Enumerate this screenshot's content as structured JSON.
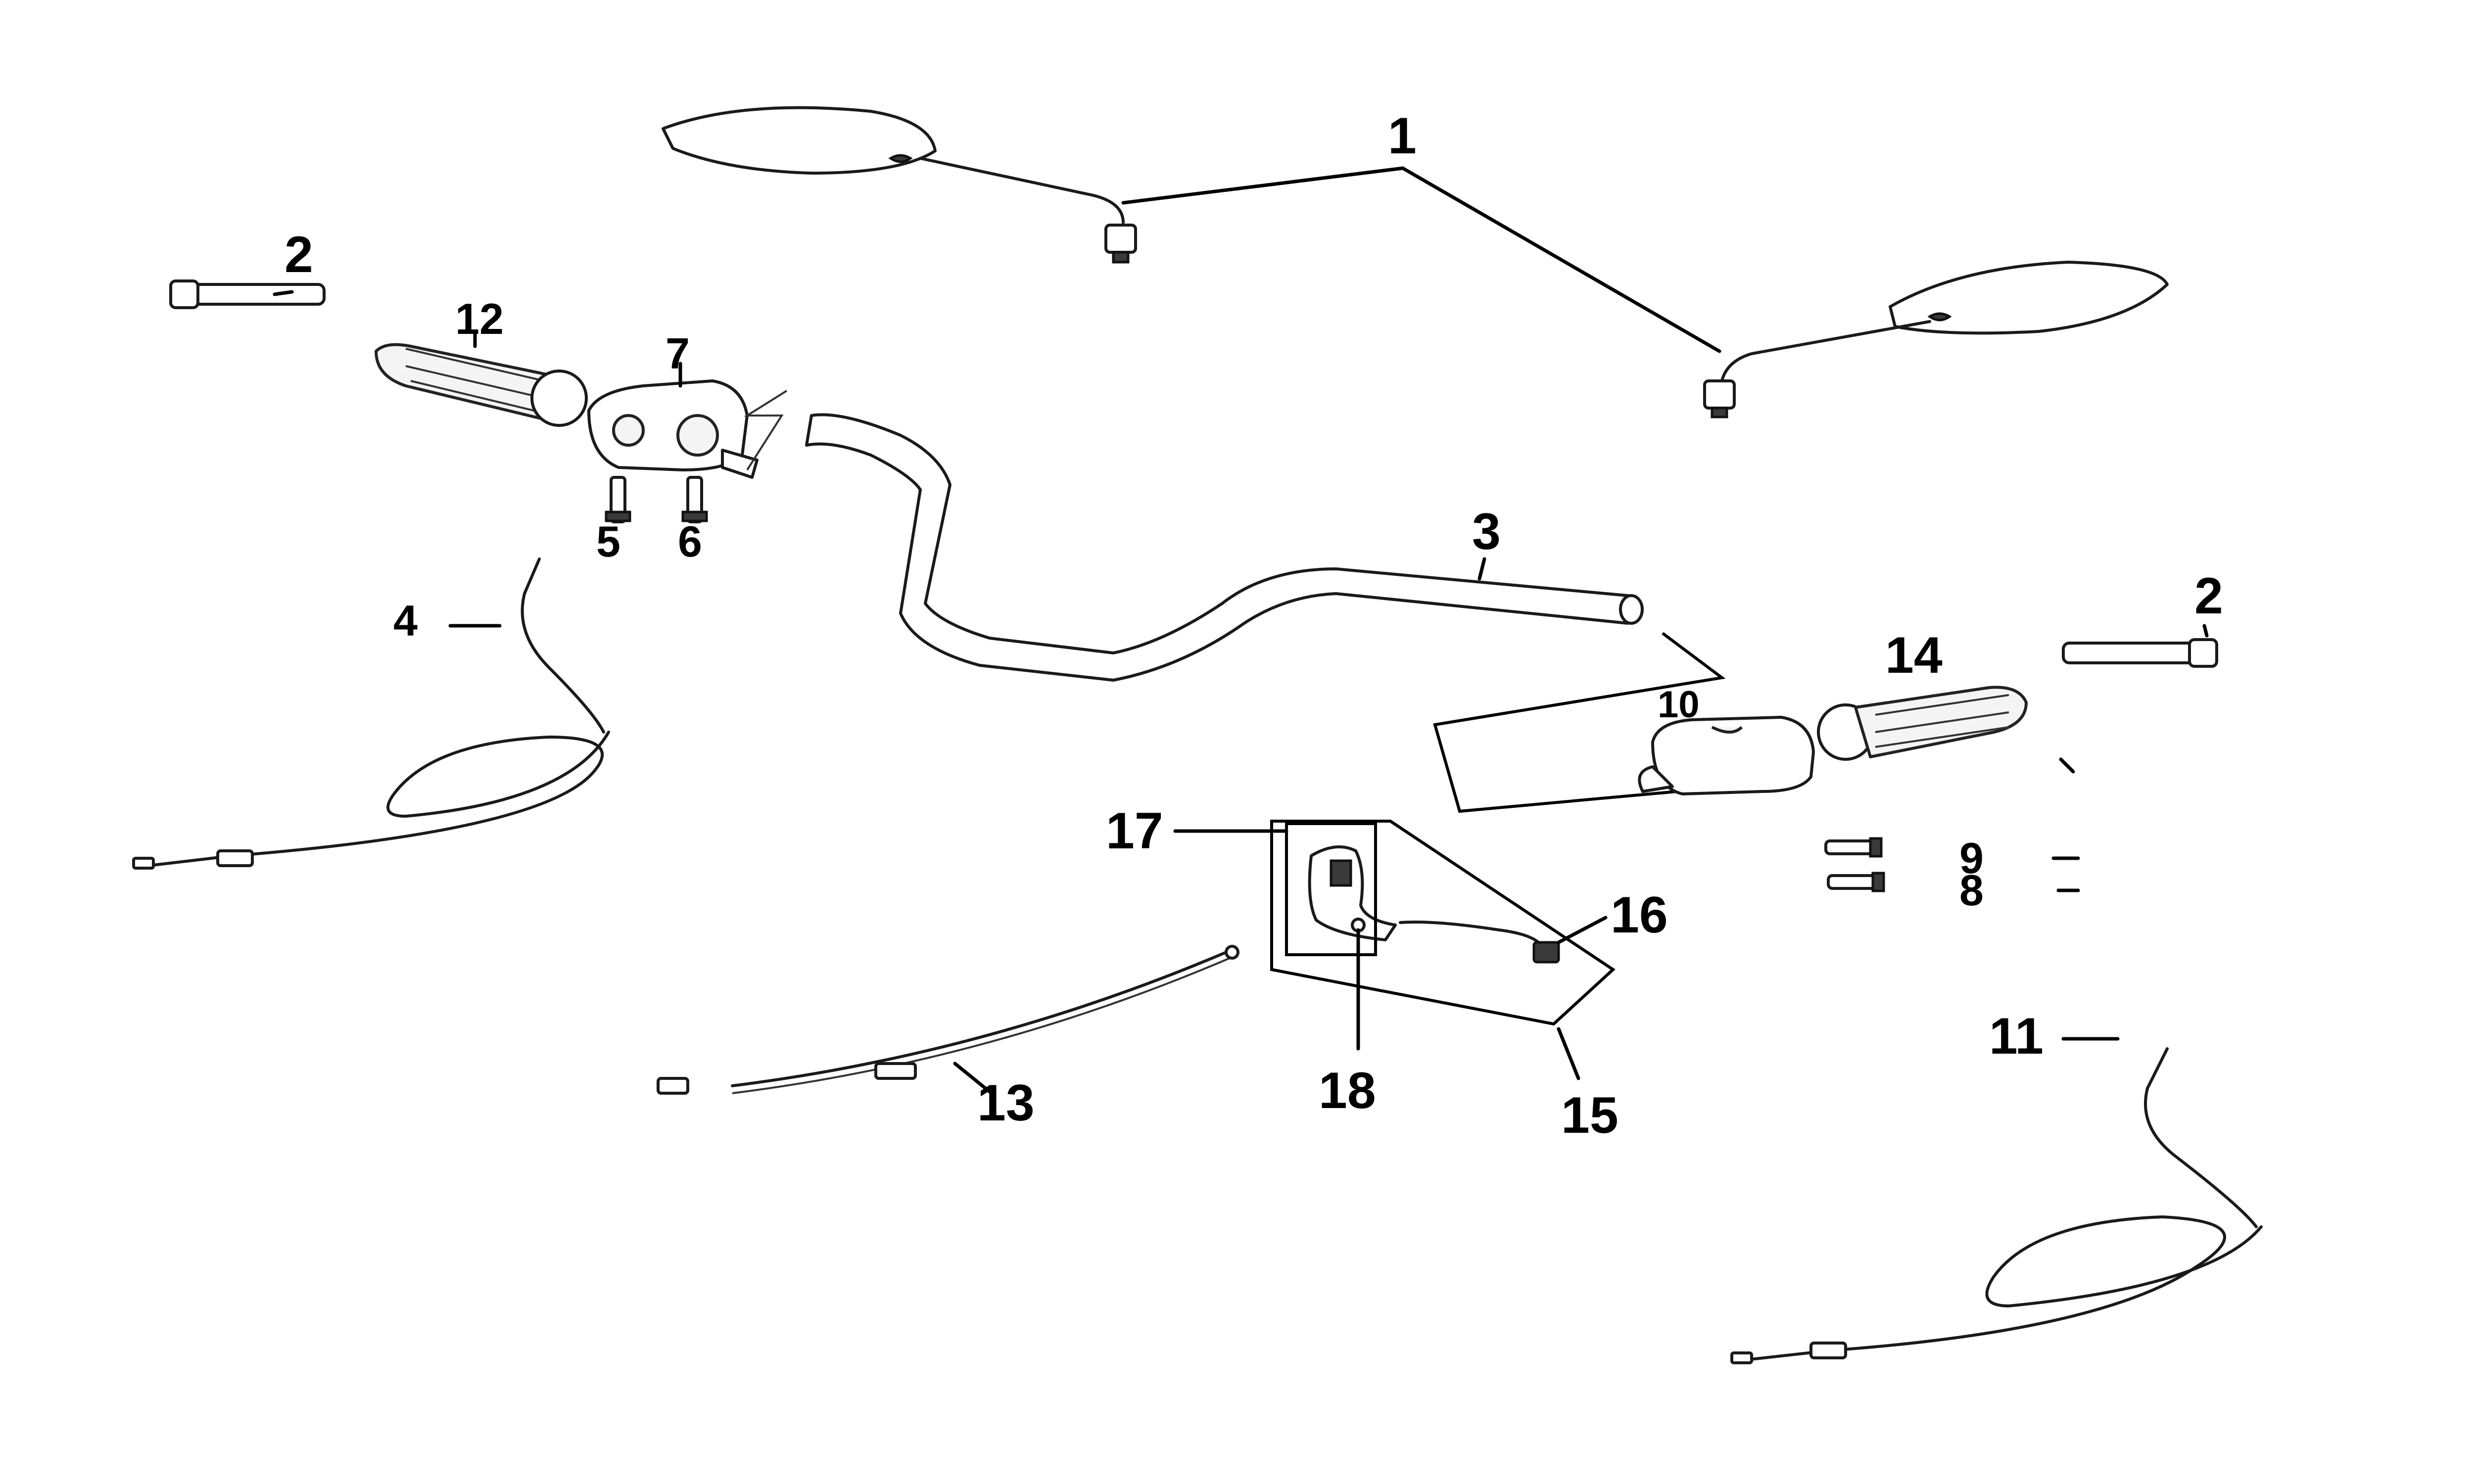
{
  "diagram": {
    "callouts": {
      "c1": "1",
      "c2_left": "2",
      "c2_right": "2",
      "c3": "3",
      "c4": "4",
      "c5": "5",
      "c6": "6",
      "c7": "7",
      "c8": "8",
      "c9": "9",
      "c10": "10",
      "c11": "11",
      "c12": "12",
      "c13": "13",
      "c14": "14",
      "c15": "15",
      "c16": "16",
      "c17": "17",
      "c18": "18"
    }
  }
}
